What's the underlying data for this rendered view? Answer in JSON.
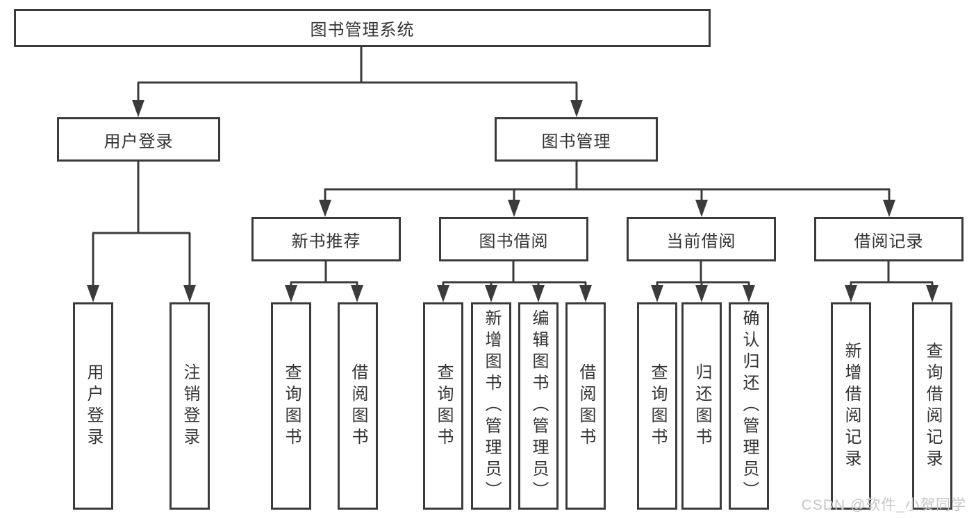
{
  "diagram": {
    "root": {
      "label": "图书管理系统"
    },
    "branches": [
      {
        "label": "用户登录",
        "children": [
          {
            "label": "用户登录"
          },
          {
            "label": "注销登录"
          }
        ]
      },
      {
        "label": "图书管理",
        "children": [
          {
            "label": "新书推荐",
            "children": [
              {
                "label": "查询图书"
              },
              {
                "label": "借阅图书"
              }
            ]
          },
          {
            "label": "图书借阅",
            "children": [
              {
                "label": "查询图书"
              },
              {
                "label": "新增图书（管理员）"
              },
              {
                "label": "编辑图书（管理员）"
              },
              {
                "label": "借阅图书"
              }
            ]
          },
          {
            "label": "当前借阅",
            "children": [
              {
                "label": "查询图书"
              },
              {
                "label": "归还图书"
              },
              {
                "label": "确认归还（管理员）"
              }
            ]
          },
          {
            "label": "借阅记录",
            "children": [
              {
                "label": "新增借阅记录"
              },
              {
                "label": "查询借阅记录"
              }
            ]
          }
        ]
      }
    ]
  },
  "watermark": {
    "text": "CSDN @软件_小贺同学"
  },
  "colors": {
    "line": "#3b3b3b",
    "box_border": "#3b3b3b",
    "text": "#333333",
    "watermark": "#c6c6c6",
    "background": "#ffffff"
  }
}
